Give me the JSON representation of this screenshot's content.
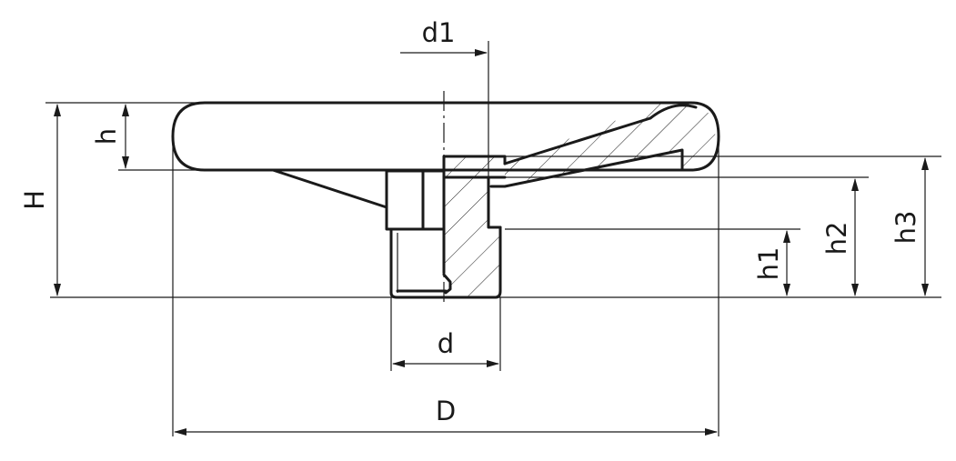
{
  "diagram": {
    "labels": {
      "d1": "d1",
      "h": "h",
      "H": "H",
      "h1": "h1",
      "h2": "h2",
      "h3": "h3",
      "d": "d",
      "D": "D"
    },
    "colors": {
      "line": "#1a1a1a",
      "background": "#ffffff"
    }
  }
}
